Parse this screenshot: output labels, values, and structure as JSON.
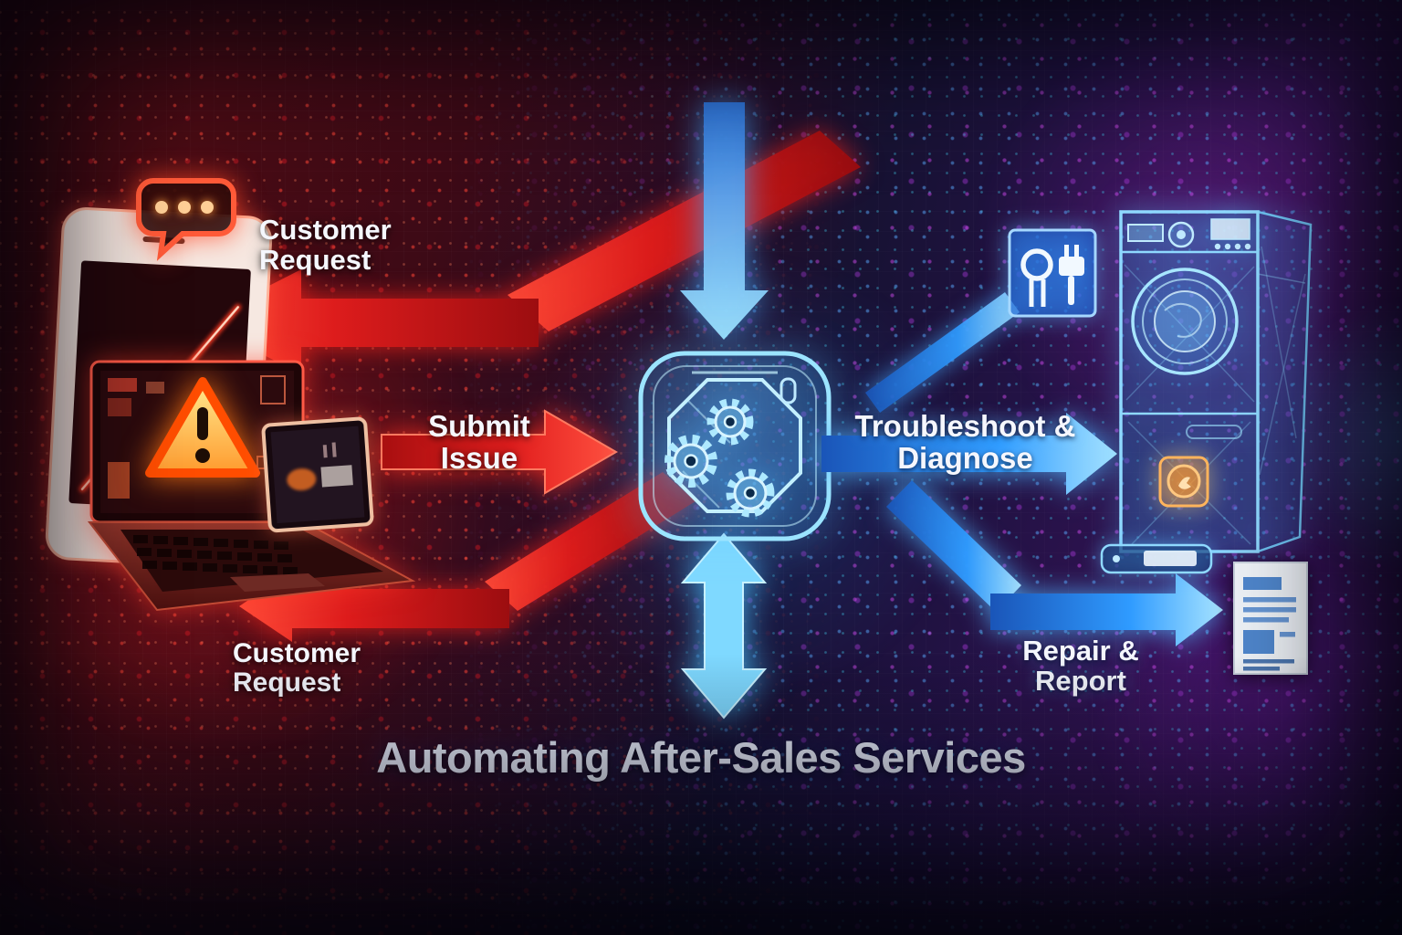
{
  "title": "Automating After-Sales Services",
  "labels": {
    "customer_request_top": "Customer Request",
    "customer_request_bottom": "Customer Request",
    "submit_issue": "Submit Issue",
    "troubleshoot_diagnose": "Troubleshoot & Diagnose",
    "repair_report": "Repair & Report"
  },
  "icons": {
    "smartphone": "smartphone-icon",
    "chat_bubble": "chat-bubble-icon",
    "laptop_warning": "laptop-warning-icon",
    "tablet": "tablet-icon",
    "ai_gears_chip": "ai-gears-chip-icon",
    "diagnostic_tools": "magnifier-plug-icon",
    "washing_machine": "washing-machine-hologram-icon",
    "alert_badge": "orange-alert-badge-icon",
    "handheld_device": "handheld-device-icon",
    "report_document": "report-document-icon"
  },
  "colors": {
    "background_left": "#4a0b14",
    "background_right": "#351356",
    "red_arrow": "#e11d1d",
    "blue_arrow": "#2f9bff",
    "cyan_glow": "#8fe0ff",
    "warning_orange": "#ff9a1f",
    "text": "#f5f7fd"
  }
}
